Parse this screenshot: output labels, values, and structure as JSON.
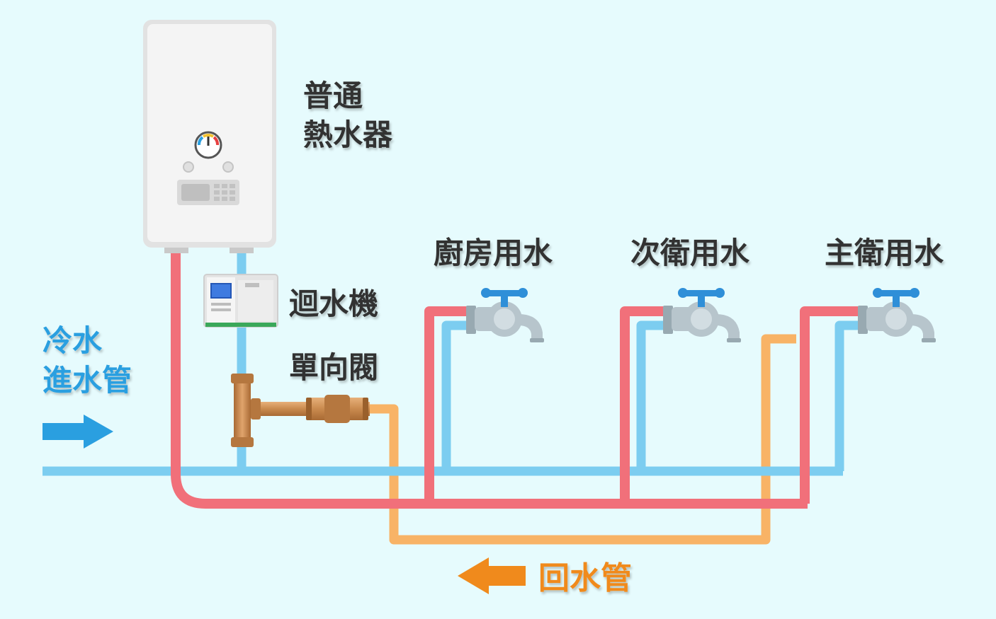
{
  "labels": {
    "heater_line1": "普通",
    "heater_line2": "熱水器",
    "circulator": "迴水機",
    "check_valve": "單向閥",
    "cold_line1": "冷水",
    "cold_line2": "進水管",
    "return_pipe": "回水管",
    "fixtures": [
      "廚房用水",
      "次衛用水",
      "主衛用水"
    ]
  },
  "colors": {
    "background": "#e6fbfd",
    "hot_pipe": "#f1707a",
    "cold_pipe": "#7ccdf0",
    "return_pipe": "#f8b366",
    "copper": "#c98a4e",
    "heater_body": "#f2f2f2",
    "faucet": "#b7c5cc",
    "faucet_handle": "#2f8fd8",
    "blue_arrow": "#2a9fe0",
    "orange_arrow": "#f08a1c"
  },
  "icons": [
    "water-heater-icon",
    "circulator-pump-icon",
    "check-valve-icon",
    "faucet-icon",
    "arrow-right-icon",
    "arrow-left-icon"
  ]
}
